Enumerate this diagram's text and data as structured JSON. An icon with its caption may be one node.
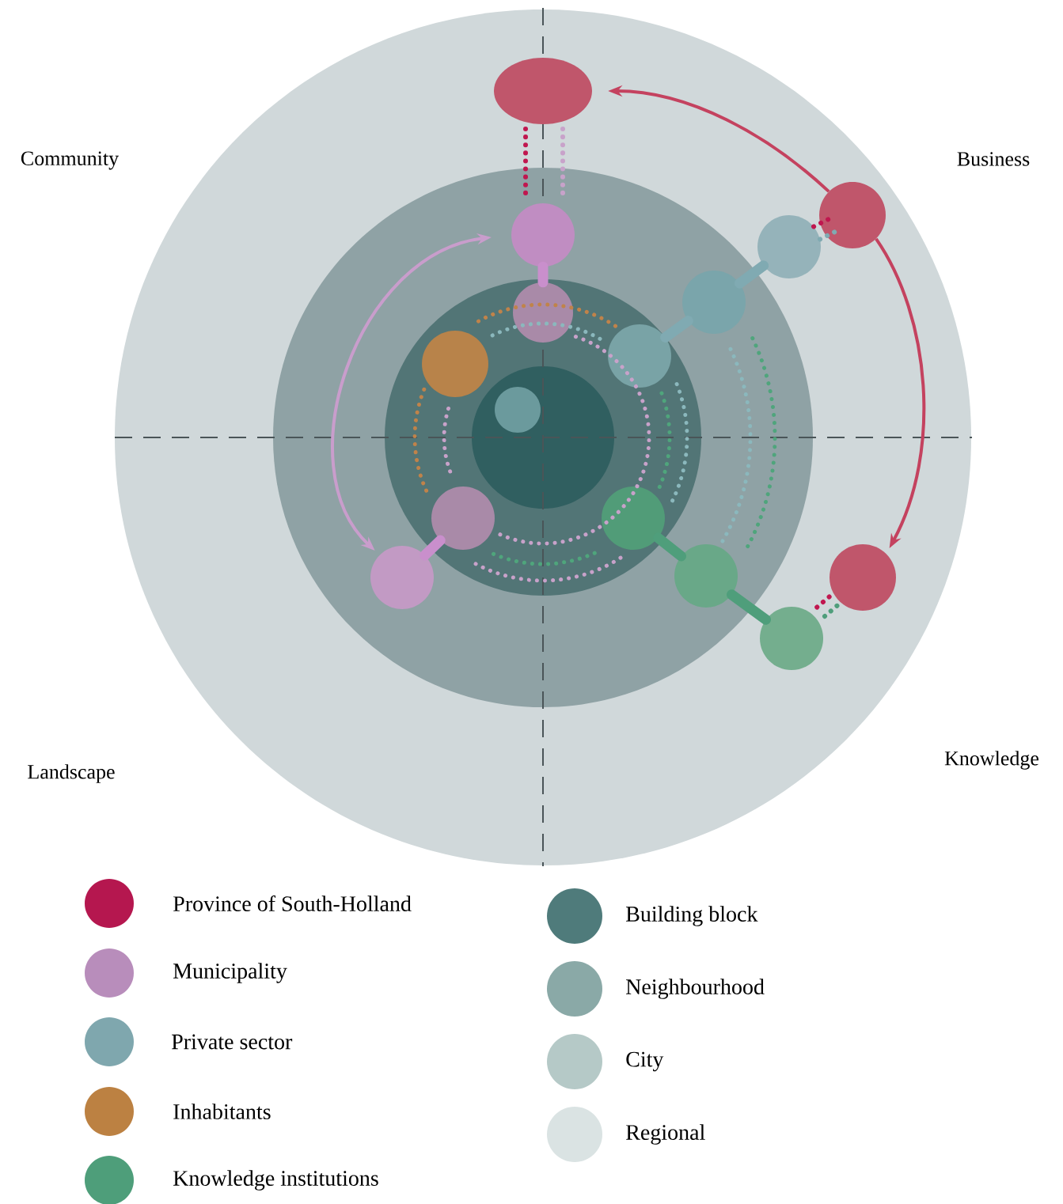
{
  "diagram": {
    "nodes": [
      {
        "text": [],
        "shape": "ellipse"
      },
      {
        "text": [],
        "shape": "circle"
      },
      {
        "text": [],
        "shape": "circle"
      },
      {
        "text": [],
        "shape": "circle"
      },
      {
        "text": [],
        "shape": "circle"
      },
      {
        "text": [],
        "shape": "circle"
      },
      {
        "text": [],
        "shape": "circle"
      },
      {
        "text": [],
        "shape": "circle"
      },
      {
        "text": [],
        "shape": "circle"
      },
      {
        "text": [],
        "shape": "circle"
      },
      {
        "text": [],
        "shape": "circle"
      },
      {
        "text": [],
        "shape": "circle"
      },
      {
        "text": [],
        "shape": "circle"
      },
      {
        "text": [],
        "shape": "circle"
      },
      {
        "text": [],
        "shape": "circle"
      }
    ],
    "edges": [
      {
        "from": 0,
        "to": 1,
        "arrow": "none",
        "style": "dashed",
        "color": "#c0174f"
      },
      {
        "from": 0,
        "to": 1,
        "arrow": "none",
        "style": "dashed",
        "color": "#c8a2ca"
      },
      {
        "from": 1,
        "to": 2,
        "arrow": "none",
        "style": "thick",
        "color": "#c98fcc"
      },
      {
        "from": 5,
        "to": 6,
        "arrow": "none",
        "style": "dashed",
        "color": "#c0174f"
      },
      {
        "from": 5,
        "to": 6,
        "arrow": "none",
        "style": "dashed",
        "color": "#80aab2"
      },
      {
        "from": 6,
        "to": 7,
        "arrow": "none",
        "style": "thick",
        "color": "#80aab2"
      },
      {
        "from": 7,
        "to": 8,
        "arrow": "none",
        "style": "thick",
        "color": "#80aab2"
      },
      {
        "from": 9,
        "to": 10,
        "arrow": "none",
        "style": "thick",
        "color": "#c98fcc"
      },
      {
        "from": 11,
        "to": 12,
        "arrow": "none",
        "style": "thick",
        "color": "#4f9e7b"
      },
      {
        "from": 12,
        "to": 13,
        "arrow": "none",
        "style": "thick",
        "color": "#4f9e7b"
      },
      {
        "from": 14,
        "to": 13,
        "arrow": "none",
        "style": "dashed",
        "color": "#c0174f"
      },
      {
        "from": 14,
        "to": 13,
        "arrow": "none",
        "style": "dashed",
        "color": "#4f9e7b"
      },
      {
        "from": 5,
        "to": 0,
        "arrow": "to",
        "color": "#c4425f"
      },
      {
        "from": 5,
        "to": 14,
        "arrow": "to",
        "color": "#c4425f"
      },
      {
        "from": 10,
        "to": 1,
        "arrow": "both",
        "color": "#c99dcc"
      }
    ],
    "labels": [
      "Community",
      "Business",
      "Landscape",
      "Knowledge"
    ],
    "legend": [
      {
        "text": "Province of South-Holland",
        "color": "#b5174f"
      },
      {
        "text": "Municipality",
        "color": "#b88dbb"
      },
      {
        "text": "Private sector",
        "color": "#7fa7ae"
      },
      {
        "text": "Inhabitants",
        "color": "#bc8142"
      },
      {
        "text": "Knowledge institutions",
        "color": "#4e9e7a"
      },
      {
        "text": "Building block",
        "color": "#4f7b7b"
      },
      {
        "text": "Neighbourhood",
        "color": "#8aa9a7"
      },
      {
        "text": "City",
        "color": "#b5c9c7"
      },
      {
        "text": "Regional",
        "color": "#dae3e3"
      }
    ]
  }
}
